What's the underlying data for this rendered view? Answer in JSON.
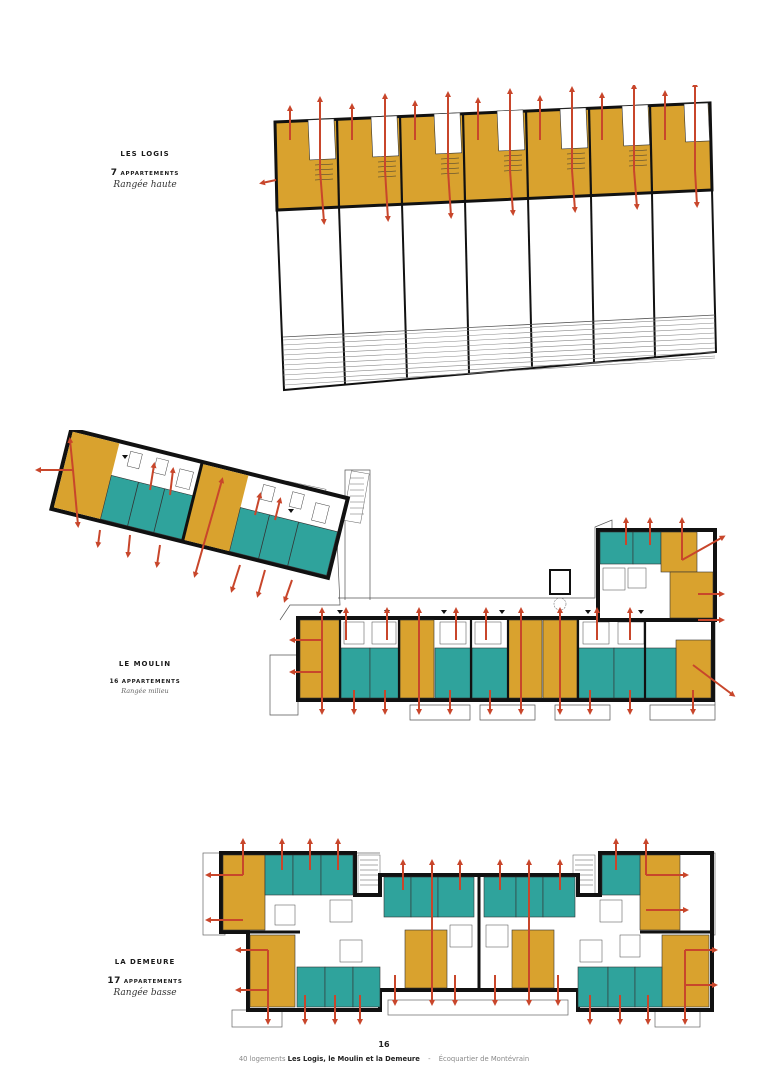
{
  "colors": {
    "duplex_ochre": "#D9A22E",
    "simplex_teal": "#2FA39C",
    "orientation_arrow": "#C8462B",
    "wall": "#111111"
  },
  "sections": {
    "logis": {
      "name": "LES LOGIS",
      "count_number": "7",
      "count_unit": "APPARTEMENTS",
      "row": "Rangée haute",
      "units": 7
    },
    "moulin": {
      "name": "LE MOULIN",
      "count_number": "16",
      "count_unit": "APPARTEMENTS",
      "row": "Rangée milieu",
      "units": 16
    },
    "demeure": {
      "name": "LA DEMEURE",
      "count_number": "17",
      "count_unit": "APPARTEMENTS",
      "row": "Rangée basse",
      "units": 17
    }
  },
  "footer": {
    "page_number": "16",
    "prefix": "40 logements",
    "title": "Les Logis, le Moulin et la Demeure",
    "separator": "-",
    "project": "Écoquartier de Montévrain"
  }
}
